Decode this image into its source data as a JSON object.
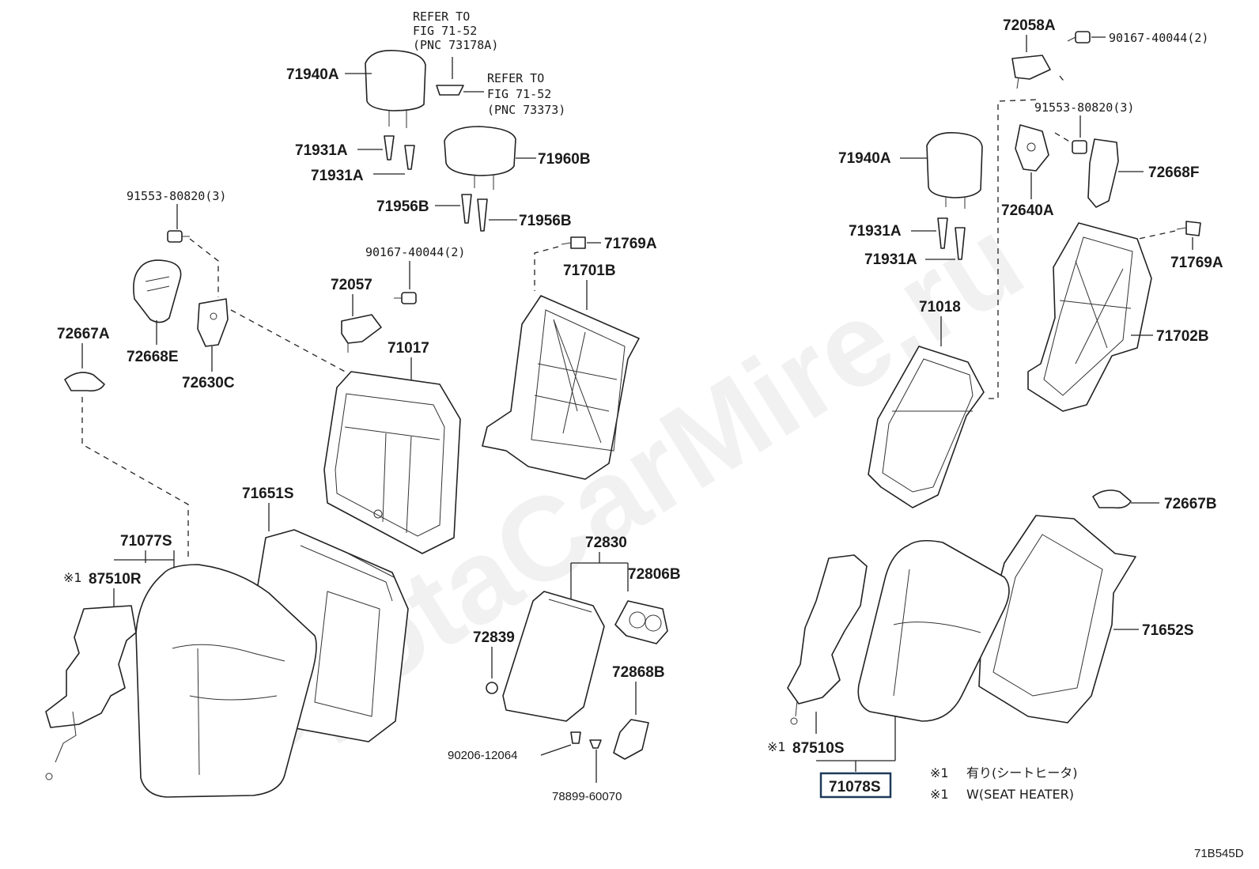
{
  "watermark": "ToyotaCarMire.ru",
  "diagram_code": "71B545D",
  "refs": {
    "ref1": [
      "REFER TO",
      "FIG 71-52",
      "(PNC 73178A)"
    ],
    "ref2": [
      "REFER TO",
      "FIG 71-52",
      "(PNC 73373)"
    ]
  },
  "labels": {
    "p71940A_left": "71940A",
    "p71931A_1": "71931A",
    "p71931A_2": "71931A",
    "p71960B": "71960B",
    "p71956B_1": "71956B",
    "p71956B_2": "71956B",
    "p91553_left": "91553-80820(3)",
    "p90167_left": "90167-40044(2)",
    "p71769A_left": "71769A",
    "p72057": "72057",
    "p71701B": "71701B",
    "p72667A": "72667A",
    "p72668E": "72668E",
    "p72630C": "72630C",
    "p71017": "71017",
    "p71651S": "71651S",
    "p71077S": "71077S",
    "p87510R": "87510R",
    "p72830": "72830",
    "p72806B": "72806B",
    "p72839": "72839",
    "p72868B": "72868B",
    "p90206": "90206-12064",
    "p78899": "78899-60070",
    "p72058A": "72058A",
    "p90167_right": "90167-40044(2)",
    "p91553_right": "91553-80820(3)",
    "p72668F": "72668F",
    "p71940A_right": "71940A",
    "p72640A": "72640A",
    "p71931A_3": "71931A",
    "p71931A_4": "71931A",
    "p71769A_right": "71769A",
    "p71018": "71018",
    "p71702B": "71702B",
    "p72667B": "72667B",
    "p71652S": "71652S",
    "p87510S": "87510S",
    "p71078S": "71078S"
  },
  "marks": {
    "star1_left": "※1",
    "star1_right": "※1"
  },
  "notes": {
    "line1_mark": "※1",
    "line1_text": "有り(シートヒータ)",
    "line2_mark": "※1",
    "line2_text": "W(SEAT HEATER)"
  }
}
